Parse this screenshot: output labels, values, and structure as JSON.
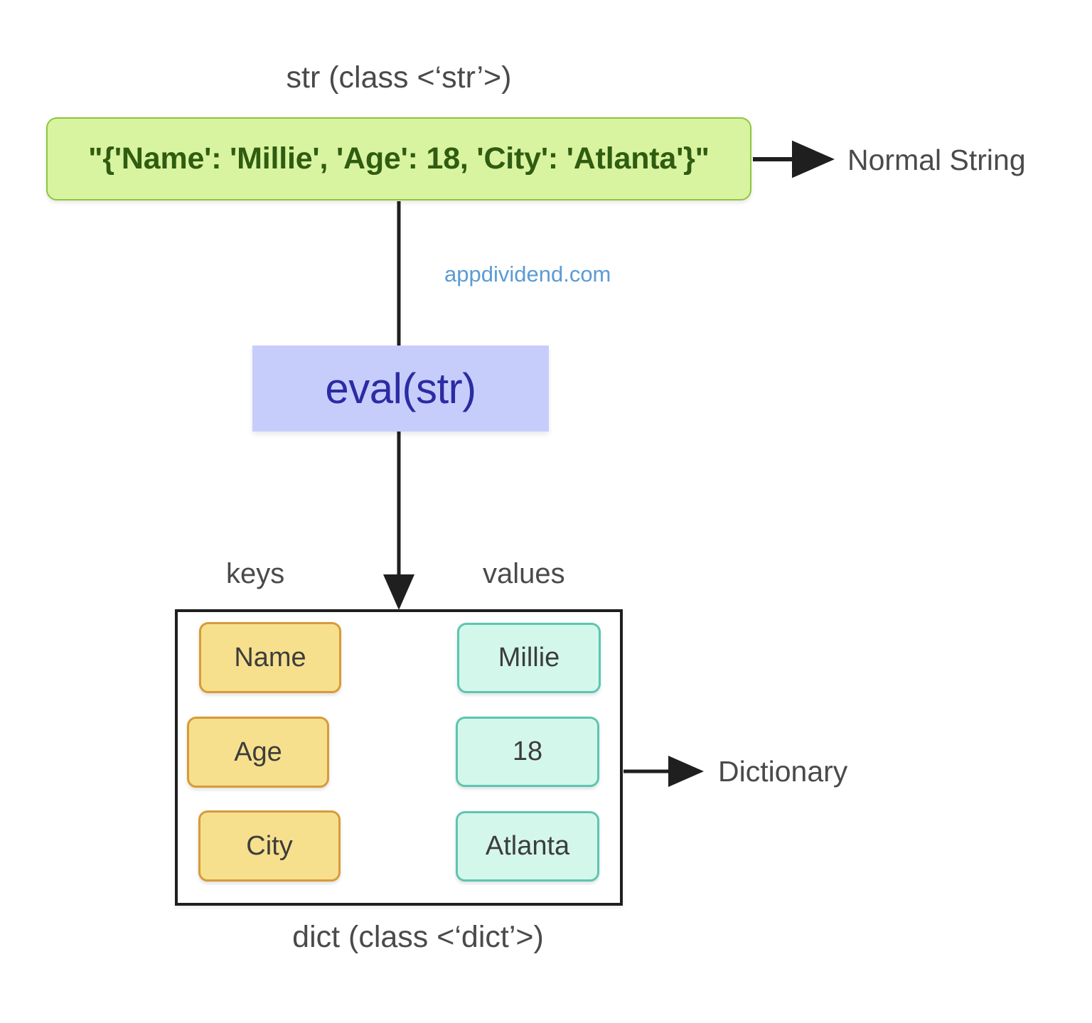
{
  "diagram": {
    "title_top": "str (class <‘str’>)",
    "title_bottom": "dict (class <‘dict’>)",
    "watermark": "appdividend.com",
    "string_node": {
      "value": "\"{'Name': 'Millie', 'Age': 18, 'City': 'Atlanta'}\"",
      "fill": "#d9f4a0",
      "stroke": "#8fc63d",
      "text_color": "#2f5c10"
    },
    "string_annotation": "Normal String",
    "transform_node": {
      "label": "eval(str)",
      "fill": "#c7cdfb",
      "text_color": "#2b2ba3"
    },
    "column_headers": {
      "keys": "keys",
      "values": "values"
    },
    "dict_annotation": "Dictionary",
    "dict_entries": [
      {
        "key": "Name",
        "value": "Millie"
      },
      {
        "key": "Age",
        "value": "18"
      },
      {
        "key": "City",
        "value": "Atlanta"
      }
    ],
    "colors": {
      "key_fill": "#f7e08d",
      "key_stroke": "#d79b3a",
      "value_fill": "#d4f7ec",
      "value_stroke": "#5cc6b0",
      "line": "#1f1f1f",
      "text": "#4a4a4a",
      "watermark": "#5b9bd5",
      "background": "#ffffff"
    }
  }
}
